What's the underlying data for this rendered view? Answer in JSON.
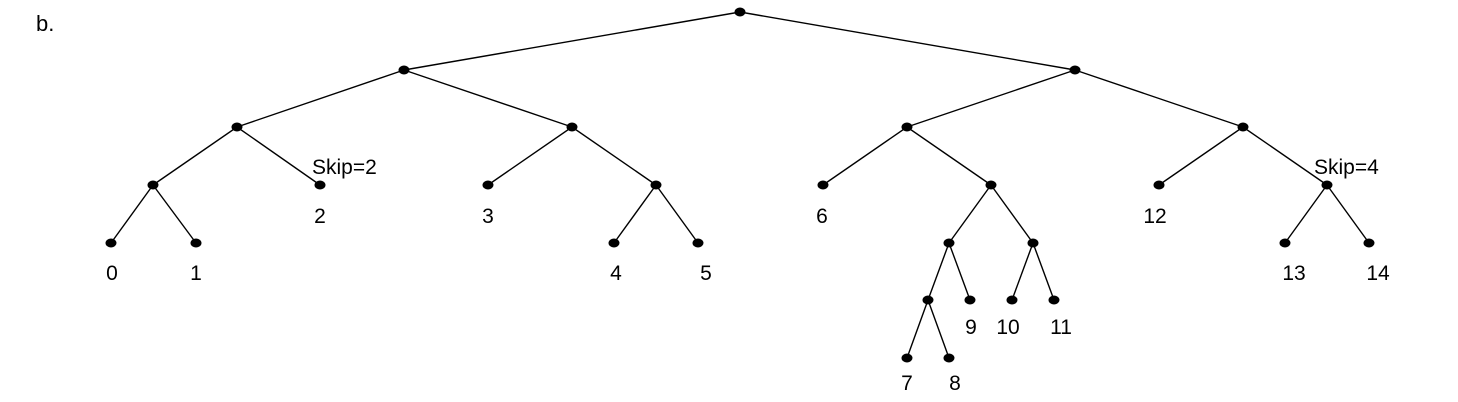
{
  "panel_label": "b.",
  "leaf_labels": [
    "0",
    "1",
    "2",
    "3",
    "4",
    "5",
    "6",
    "7",
    "8",
    "9",
    "10",
    "11",
    "12",
    "13",
    "14"
  ],
  "skip_labels": [
    "Skip=2",
    "Skip=4"
  ],
  "colors": {
    "ink": "#000000",
    "background": "#ffffff"
  }
}
